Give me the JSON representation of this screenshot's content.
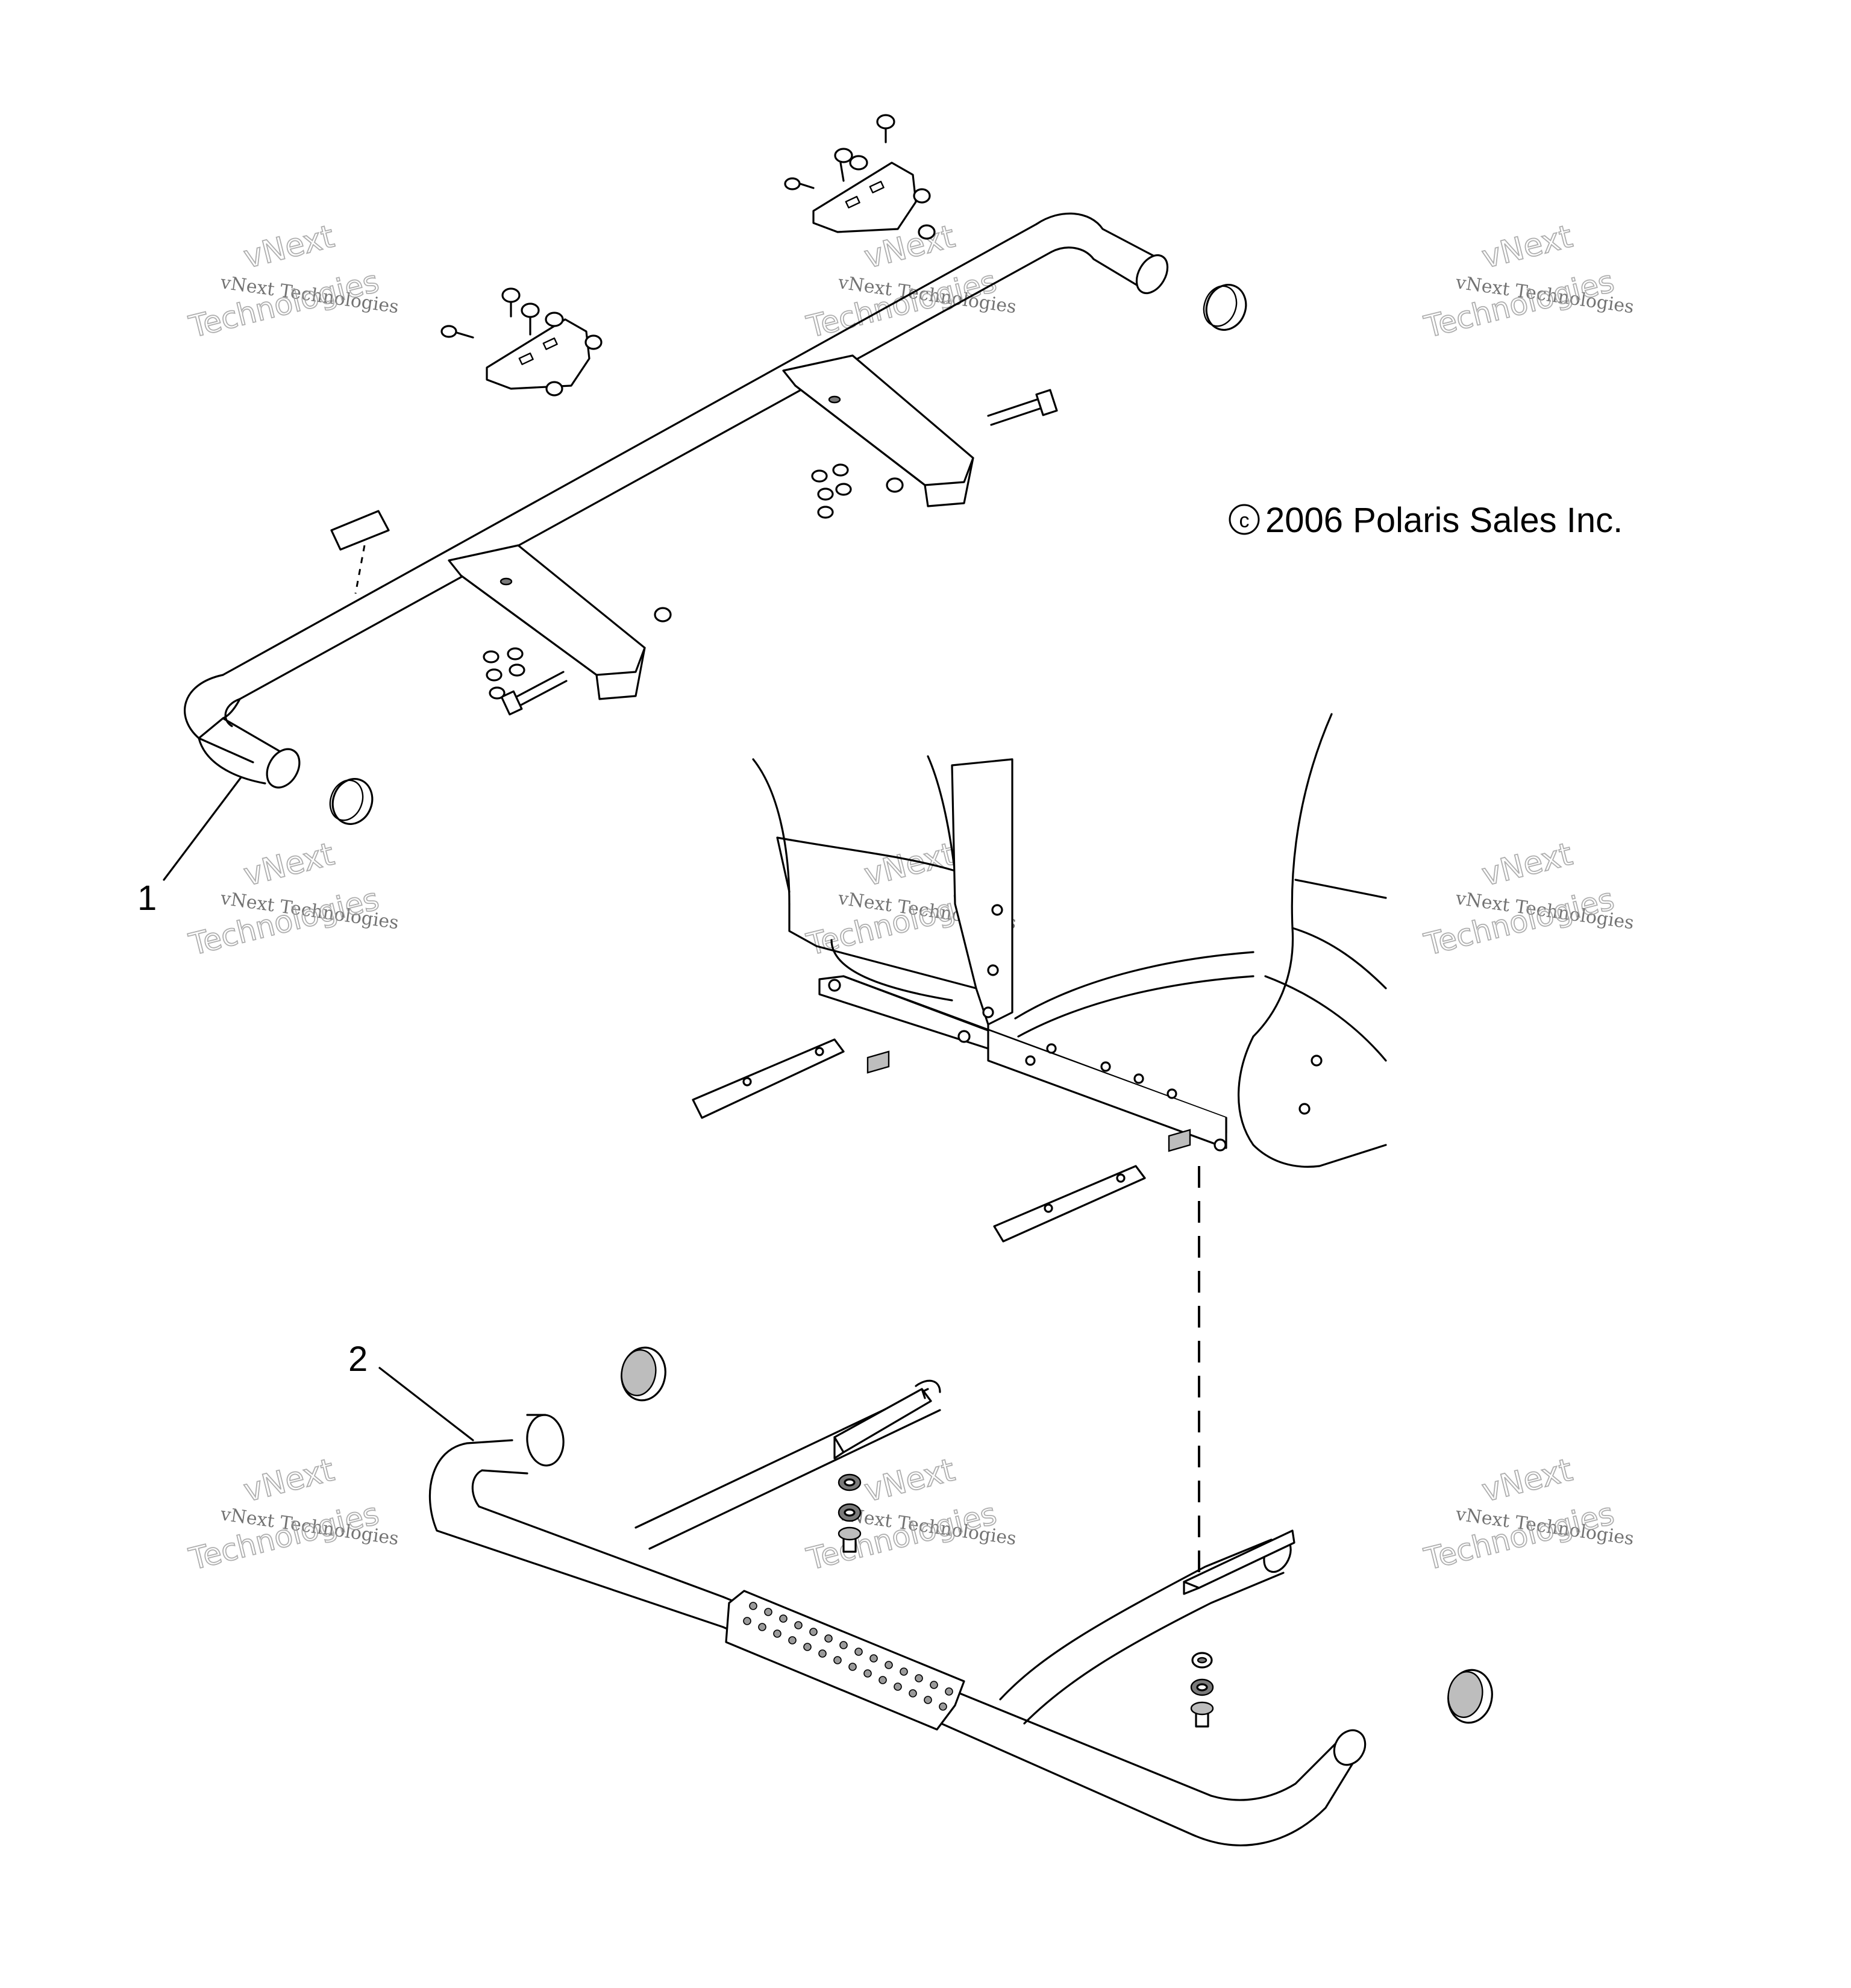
{
  "callouts": {
    "part1": "1",
    "part2": "2"
  },
  "copyright": {
    "symbol": "c",
    "text": "2006 Polaris Sales Inc."
  },
  "watermark": {
    "line1": "vNext Technologies",
    "line2": "vNext",
    "line3": "Technologies"
  }
}
